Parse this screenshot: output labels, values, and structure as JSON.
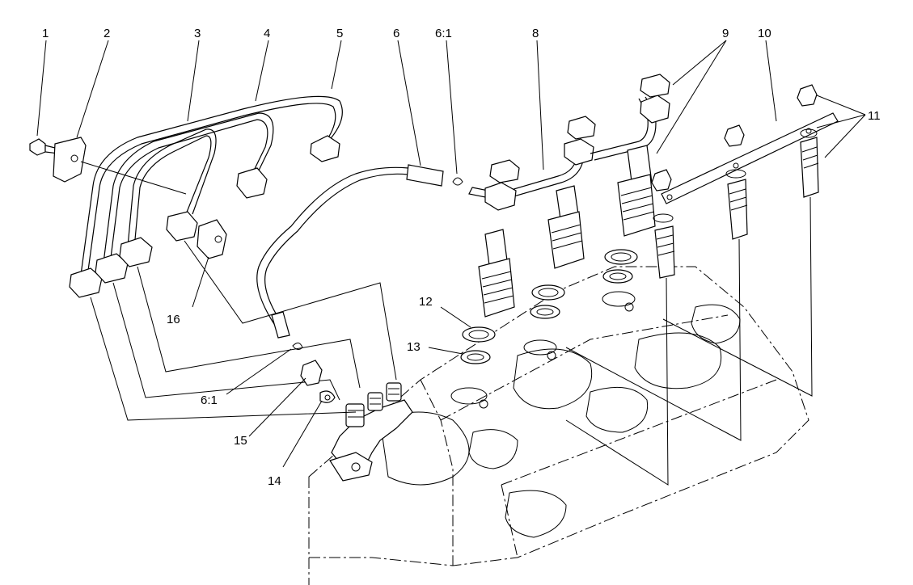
{
  "callouts": {
    "c1": "1",
    "c2": "2",
    "c3": "3",
    "c4": "4",
    "c5": "5",
    "c6": "6",
    "c6_1_top": "6:1",
    "c8": "8",
    "c9": "9",
    "c10": "10",
    "c11": "11",
    "c12": "12",
    "c13": "13",
    "c14": "14",
    "c15": "15",
    "c16": "16",
    "c6_1_bottom": "6:1"
  }
}
